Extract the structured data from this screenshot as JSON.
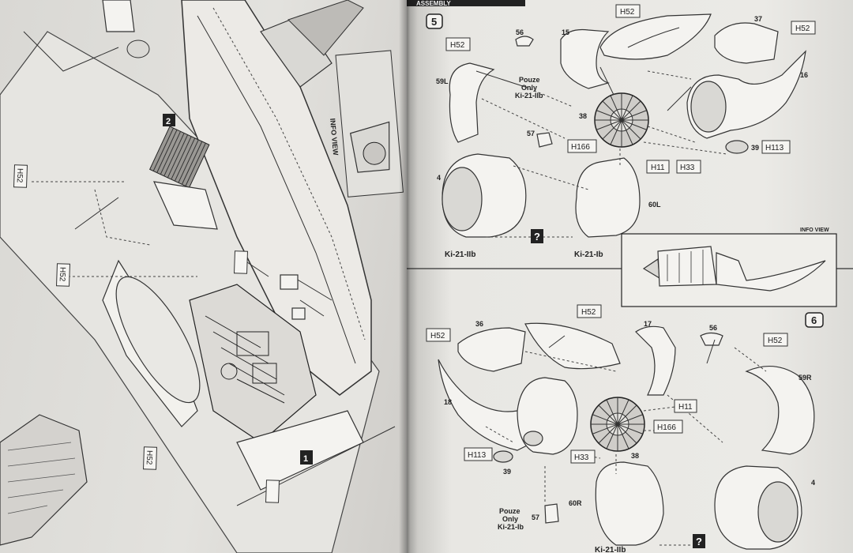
{
  "header": {
    "banner_text": "ASSEMBLY"
  },
  "steps": {
    "step5": {
      "number": "5",
      "labels": {
        "h52_a": "H52",
        "p56": "56",
        "p15": "15",
        "h52_b": "H52",
        "p37": "37",
        "h52_c": "H52",
        "p59l": "59L",
        "p16": "16",
        "pouze_1": "Pouze",
        "pouze_2": "Only",
        "pouze_3": "Ki-21-IIb",
        "p38": "38",
        "p57": "57",
        "h166": "H166",
        "h11": "H11",
        "h33": "H33",
        "p39": "39",
        "h113": "H113",
        "p4": "4",
        "p60l": "60L",
        "caption_left": "Ki-21-IIb",
        "caption_right": "Ki-21-Ib",
        "question": "?"
      }
    },
    "info_view": {
      "title": "INFO VIEW"
    },
    "step6": {
      "number": "6",
      "labels": {
        "h52_a": "H52",
        "p36": "36",
        "h52_b": "H52",
        "p17": "17",
        "p56": "56",
        "h52_c": "H52",
        "p59r": "59R",
        "p18": "18",
        "h11": "H11",
        "h166": "H166",
        "h113": "H113",
        "h33": "H33",
        "p38": "38",
        "p39": "39",
        "p60r": "60R",
        "p4": "4",
        "pouze_1": "Pouze",
        "pouze_2": "Only",
        "pouze_3": "Ki-21-Ib",
        "p57": "57",
        "caption_bottom": "Ki-21-IIb",
        "question": "?"
      }
    }
  },
  "left_page": {
    "labels": {
      "h52_top": "H52",
      "h52_mid": "H52",
      "h52_bot": "H52",
      "step_num": "1",
      "dark_num": "2",
      "info_view": "INFO VIEW"
    }
  }
}
